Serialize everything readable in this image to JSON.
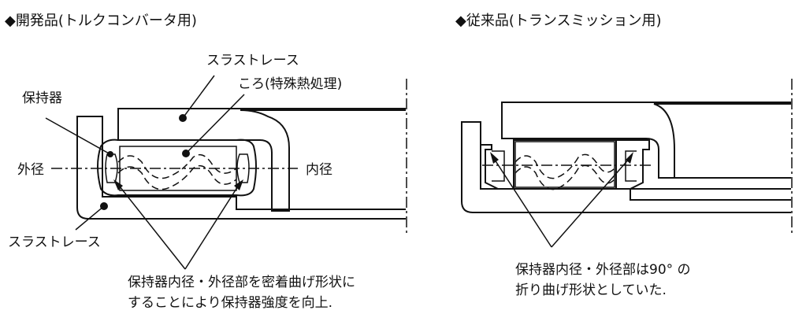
{
  "left": {
    "heading": "◆開発品(トルクコンバータ用)",
    "labels": {
      "thrust_race_top": "スラストレース",
      "roller": "ころ(特殊熱処理)",
      "retainer": "保持器",
      "outer_diameter": "外径",
      "inner_diameter": "内径",
      "thrust_race_bottom": "スラストレース"
    },
    "note": {
      "line1": "保持器内径・外径部を密着曲げ形状に",
      "line2": "することにより保持器強度を向上."
    }
  },
  "right": {
    "heading": "◆従来品(トランスミッション用)",
    "note": {
      "line1": "保持器内径・外径部は90° の",
      "line2": "折り曲げ形状としていた."
    }
  }
}
